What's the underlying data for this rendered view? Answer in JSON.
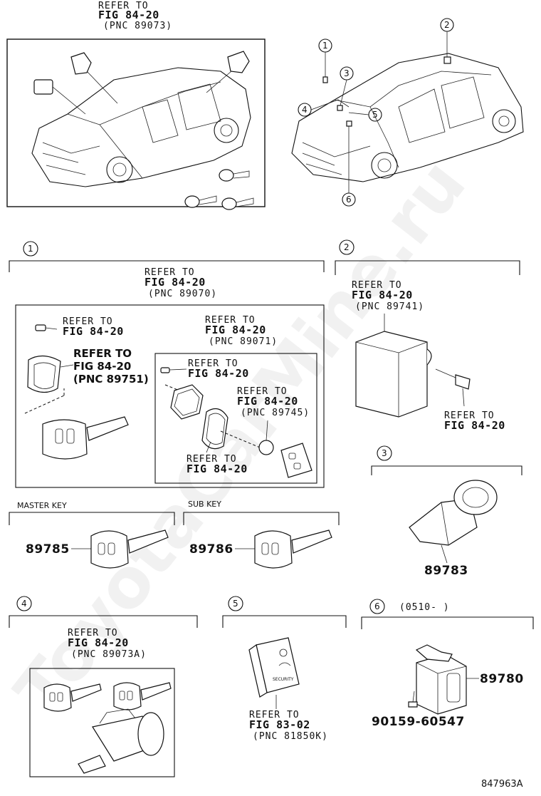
{
  "watermark": "ToyotaCarMine.ru",
  "callouts": {
    "top_box": {
      "line1": "REFER TO",
      "line2": "FIG 84-20",
      "line3": "(PNC 89073)"
    },
    "s1_main": {
      "line1": "REFER TO",
      "line2": "FIG 84-20",
      "line3": "(PNC 89070)"
    },
    "s1_a": {
      "line1": "REFER TO",
      "line2": "FIG 84-20"
    },
    "s1_b": {
      "line1": "REFER TO",
      "line2": "FIG 84-20",
      "line3": "(PNC 89751)"
    },
    "s1_c": {
      "line1": "REFER TO",
      "line2": "FIG 84-20",
      "line3": "(PNC 89071)"
    },
    "s1_d": {
      "line1": "REFER TO",
      "line2": "FIG 84-20"
    },
    "s1_e": {
      "line1": "REFER TO",
      "line2": "FIG 84-20",
      "line3": "(PNC 89745)"
    },
    "s1_f": {
      "line1": "REFER TO",
      "line2": "FIG 84-20"
    },
    "s2_a": {
      "line1": "REFER TO",
      "line2": "FIG 84-20",
      "line3": "(PNC 89741)"
    },
    "s2_b": {
      "line1": "REFER TO",
      "line2": "FIG 84-20"
    },
    "s4_a": {
      "line1": "REFER TO",
      "line2": "FIG 84-20",
      "line3": "(PNC 89073A)"
    },
    "s5_a": {
      "line1": "REFER TO",
      "line2": "FIG 83-02",
      "line3": "(PNC 81850K)"
    }
  },
  "markers": {
    "m1": "1",
    "m2": "2",
    "m3": "3",
    "m4": "4",
    "m5": "5",
    "m6": "6"
  },
  "sections": {
    "s1": "1",
    "s2": "2",
    "s3": "3",
    "s4": "4",
    "s5": "5",
    "s6": "6",
    "s6_date": "(0510-     )"
  },
  "groups": {
    "master_key": "MASTER KEY",
    "sub_key": "SUB KEY"
  },
  "parts": {
    "p89785": "89785",
    "p89786": "89786",
    "p89783": "89783",
    "p89780": "89780",
    "p90159": "90159-60547"
  },
  "switch_text": "SECURITY",
  "figure_id": "847963A"
}
